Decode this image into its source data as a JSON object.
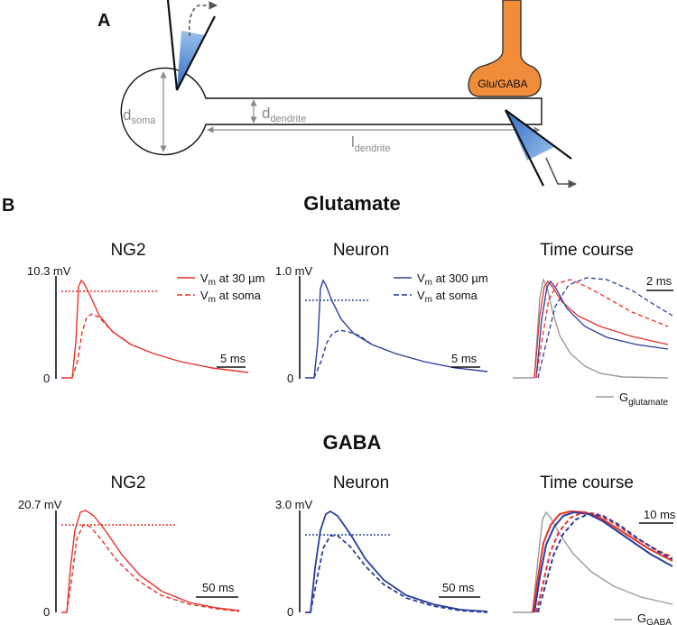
{
  "panel_a": {
    "label": "A",
    "synapse_label": "Glu/GABA",
    "d_soma": {
      "main": "d",
      "sub": "soma"
    },
    "d_dendrite": {
      "main": "d",
      "sub": "dendrite"
    },
    "l_dendrite": {
      "main": "l",
      "sub": "dendrite"
    }
  },
  "panel_b": {
    "label": "B",
    "glutamate": {
      "title": "Glutamate",
      "ng2": {
        "title": "NG2",
        "scale_top": "10.3 mV",
        "scale_zero": "0",
        "time_scale": "5 ms",
        "legend": [
          {
            "main": "V",
            "sub": "m",
            "rest": " at 30 µm"
          },
          {
            "main": "V",
            "sub": "m",
            "rest": " at soma"
          }
        ],
        "color": "#e8312a"
      },
      "neuron": {
        "title": "Neuron",
        "scale_top": "1.0 mV",
        "scale_zero": "0",
        "time_scale": "5 ms",
        "legend": [
          {
            "main": "V",
            "sub": "m",
            "rest": "  at 300 µm"
          },
          {
            "main": "V",
            "sub": "m",
            "rest": " at soma"
          }
        ],
        "color": "#2b3e9a"
      },
      "time_course": {
        "title": "Time course",
        "time_scale": "2 ms",
        "g_label": {
          "main": "G",
          "sub": "glutamate"
        },
        "g_color": "#9a9a9a"
      }
    },
    "gaba": {
      "title": "GABA",
      "ng2": {
        "title": "NG2",
        "scale_top": "20.7 mV",
        "scale_zero": "0",
        "time_scale": "50 ms",
        "color": "#e8312a"
      },
      "neuron": {
        "title": "Neuron",
        "scale_top": "3.0 mV",
        "scale_zero": "0",
        "time_scale": "50 ms",
        "color": "#2b3e9a"
      },
      "time_course": {
        "title": "Time course",
        "time_scale": "10 ms",
        "g_label": {
          "main": "G",
          "sub": "GABA"
        },
        "g_color": "#9a9a9a"
      }
    }
  },
  "colors": {
    "ng2": "#e8312a",
    "neuron": "#2b3e9a",
    "g_trace": "#9a9a9a",
    "synapse": "#f08c3a",
    "pipette": "#3a78c8",
    "dimension": "#8a8a8a"
  }
}
